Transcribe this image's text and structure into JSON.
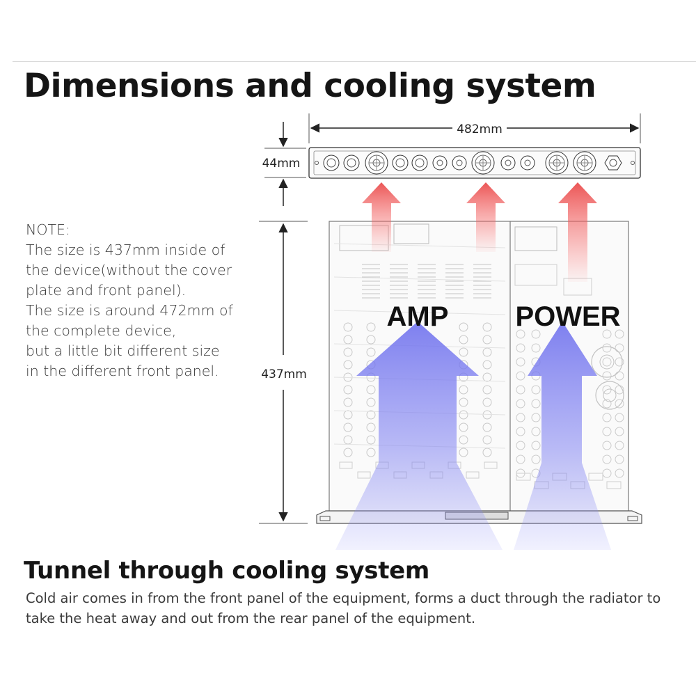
{
  "header": {
    "title": "Dimensions and cooling system"
  },
  "dimensions": {
    "width": "482mm",
    "height": "44mm",
    "depth": "437mm"
  },
  "note": {
    "lines": [
      "NOTE:",
      "The size is 437mm inside of",
      "the device(without the cover",
      "plate and front panel).",
      "The size is around 472mm of",
      "the complete device,",
      "but a little bit different size",
      "in the different front panel."
    ]
  },
  "sections": {
    "amp": "AMP",
    "power": "POWER"
  },
  "tunnel": {
    "title": "Tunnel through cooling system",
    "lines": [
      "Cold air comes in from the front panel of the equipment, forms a duct through the radiator to",
      "take the heat away and out from the rear panel of the equipment."
    ]
  },
  "colors": {
    "hot_air": "#f06060",
    "cold_air": "#7d7ff0",
    "line": "#222222"
  },
  "icons": [
    "xlr-connector-icon",
    "fan-icon",
    "speakon-connector-icon",
    "power-inlet-icon"
  ]
}
